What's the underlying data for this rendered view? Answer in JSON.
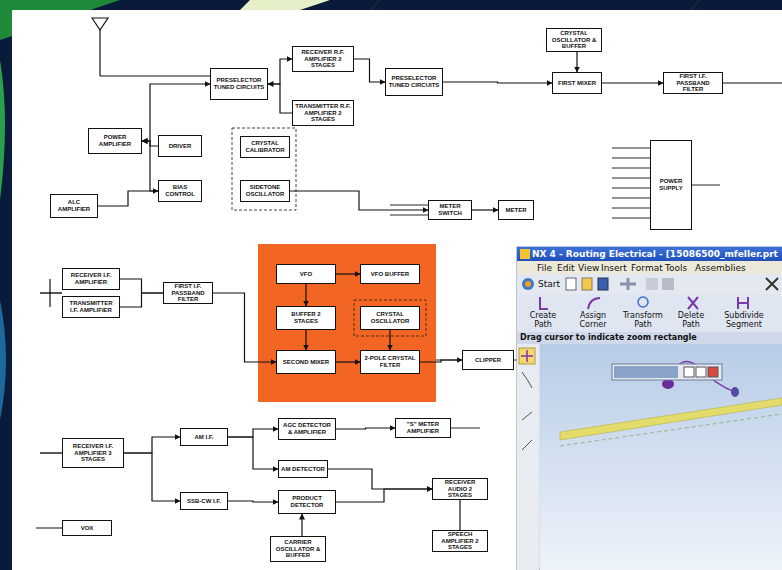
{
  "diagram": {
    "nodes": [
      {
        "text": [
          "PRESELECTOR TUNED CIRCUITS"
        ]
      },
      {
        "text": [
          "RECEIVER R.F. AMPLIFIER 2 STAGES"
        ]
      },
      {
        "text": [
          "TRANSMITTER R.F. AMPLIFIER 2 STAGES"
        ]
      },
      {
        "text": [
          "PRESELECTOR TUNED CIRCUITS"
        ]
      },
      {
        "text": [
          "CRYSTAL OSCILLATOR & BUFFER"
        ]
      },
      {
        "text": [
          "FIRST MIXER"
        ]
      },
      {
        "text": [
          "FIRST I.F. PASSBAND FILTER"
        ]
      },
      {
        "text": [
          "POWER AMPLIFIER"
        ]
      },
      {
        "text": [
          "DRIVER"
        ]
      },
      {
        "text": [
          "BIAS CONTROL"
        ]
      },
      {
        "text": [
          "ALC AMPLIFIER"
        ]
      },
      {
        "text": [
          "CRYSTAL CALIBRATOR"
        ]
      },
      {
        "text": [
          "SIDETONE OSCILLATOR"
        ]
      },
      {
        "text": [
          "METER SWITCH"
        ]
      },
      {
        "text": [
          "METER"
        ]
      },
      {
        "text": [
          "POWER SUPPLY"
        ]
      },
      {
        "text": [
          "RECEIVER I.F. AMPLIFIER"
        ]
      },
      {
        "text": [
          "TRANSMITTER I.F. AMPLIFIER"
        ]
      },
      {
        "text": [
          "FIRST I.F. PASSBAND FILTER"
        ]
      },
      {
        "text": [
          "VFO"
        ]
      },
      {
        "text": [
          "VFO BUFFER"
        ]
      },
      {
        "text": [
          "BUFFER 2 STAGES"
        ]
      },
      {
        "text": [
          "CRYSTAL OSCILLATOR"
        ]
      },
      {
        "text": [
          "SECOND MIXER"
        ]
      },
      {
        "text": [
          "2-POLE CRYSTAL FILTER"
        ]
      },
      {
        "text": [
          "CLIPPER"
        ]
      },
      {
        "text": [
          "RECEIVER I.F. AMPLIFIER 3 STAGES"
        ]
      },
      {
        "text": [
          "AM I.F."
        ]
      },
      {
        "text": [
          "AM DETECTOR"
        ]
      },
      {
        "text": [
          "AGC DETECTOR & AMPLIFIER"
        ]
      },
      {
        "text": [
          "\"S\" METER AMPLIFIER"
        ]
      },
      {
        "text": [
          "SSB-CW I.F."
        ]
      },
      {
        "text": [
          "PRODUCT DETECTOR"
        ]
      },
      {
        "text": [
          "CARRIER OSCILLATOR & BUFFER"
        ]
      },
      {
        "text": [
          "RECEIVER AUDIO 2 STAGES"
        ]
      },
      {
        "text": [
          "SPEECH AMPLIFIER 2 STAGES"
        ]
      },
      {
        "text": [
          "VOX"
        ]
      }
    ],
    "edges": [
      {
        "from": 0,
        "to": 1,
        "arrow": "to"
      },
      {
        "from": 2,
        "to": 0,
        "arrow": "to"
      },
      {
        "from": 1,
        "to": 3,
        "arrow": "to"
      },
      {
        "from": 3,
        "to": 5,
        "arrow": "to"
      },
      {
        "from": 4,
        "to": 5,
        "arrow": "to"
      },
      {
        "from": 5,
        "to": 6,
        "arrow": "to"
      },
      {
        "from": 8,
        "to": 7,
        "arrow": "to"
      },
      {
        "from": 7,
        "to": 0,
        "arrow": "to"
      },
      {
        "from": 9,
        "to": 7,
        "arrow": "to"
      },
      {
        "from": 10,
        "to": 9,
        "arrow": "to"
      },
      {
        "from": 13,
        "to": 14,
        "arrow": "to"
      },
      {
        "from": 16,
        "to": 18,
        "arrow": "none"
      },
      {
        "from": 17,
        "to": 18,
        "arrow": "none"
      },
      {
        "from": 18,
        "to": 23,
        "arrow": "to"
      },
      {
        "from": 19,
        "to": 20,
        "arrow": "to"
      },
      {
        "from": 19,
        "to": 21,
        "arrow": "to"
      },
      {
        "from": 21,
        "to": 23,
        "arrow": "to"
      },
      {
        "from": 22,
        "to": 24,
        "arrow": "to"
      },
      {
        "from": 23,
        "to": 24,
        "arrow": "to"
      },
      {
        "from": 24,
        "to": 25,
        "arrow": "to"
      },
      {
        "from": 26,
        "to": 27,
        "arrow": "to"
      },
      {
        "from": 26,
        "to": 31,
        "arrow": "to"
      },
      {
        "from": 27,
        "to": 28,
        "arrow": "to"
      },
      {
        "from": 27,
        "to": 29,
        "arrow": "to"
      },
      {
        "from": 29,
        "to": 30,
        "arrow": "to"
      },
      {
        "from": 31,
        "to": 32,
        "arrow": "to"
      },
      {
        "from": 33,
        "to": 32,
        "arrow": "to"
      },
      {
        "from": 32,
        "to": 34,
        "arrow": "to"
      },
      {
        "from": 28,
        "to": 34,
        "arrow": "to"
      },
      {
        "from": 12,
        "to": 13,
        "arrow": "to"
      },
      {
        "from": 35,
        "to": 34,
        "arrow": "none"
      }
    ],
    "labels": [
      "NX 4 - Routing Electrical - [15086500_mfeller.prt",
      "File",
      "Edit",
      "View",
      "Insert",
      "Format",
      "Tools",
      "Assemblies",
      "Start",
      "Create Path",
      "Assign Corner",
      "Transform Path",
      "Delete Path",
      "Subdivide Segment",
      "Drag cursor to indicate zoom rectangle"
    ]
  }
}
